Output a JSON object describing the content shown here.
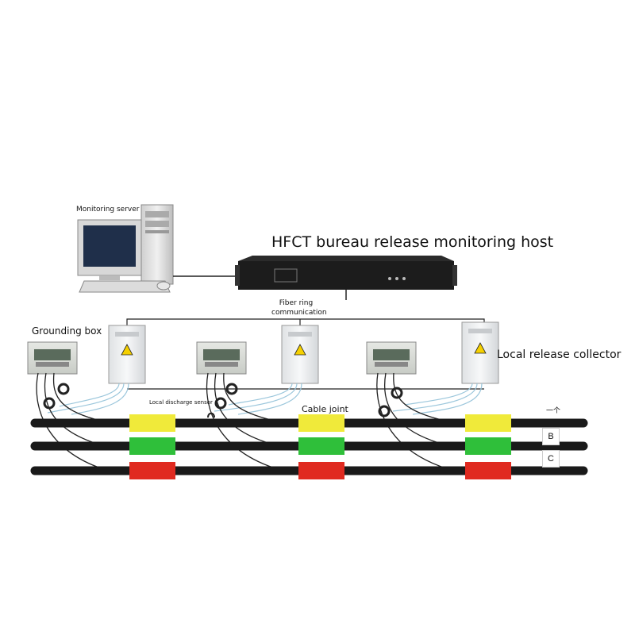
{
  "labels": {
    "monitoring_server": "Monitoring server",
    "host": "HFCT bureau release monitoring host",
    "fiber_ring": "Fiber ring communication",
    "grounding_box": "Grounding box",
    "local_collector": "Local release collector",
    "discharge_sensor": "Local discharge sensor",
    "cable_joint": "Cable joint",
    "phase_a": "一个",
    "phase_b": "B",
    "phase_c": "C"
  },
  "colors": {
    "cable": "#1a1a1a",
    "joint_phase_a": "#f0ea3a",
    "joint_phase_b": "#2fbf3a",
    "joint_phase_c": "#e02a20",
    "fiber_line": "#9cc7dc",
    "host_body": "#1c1c1c",
    "collector_body": "#eef0f2",
    "grounding_box_body": "#d9dcd7"
  },
  "icons": {
    "server": "computer-icon",
    "host": "rack-unit-icon",
    "collector": "warning-triangle-icon",
    "sensor": "ct-ring-icon"
  }
}
